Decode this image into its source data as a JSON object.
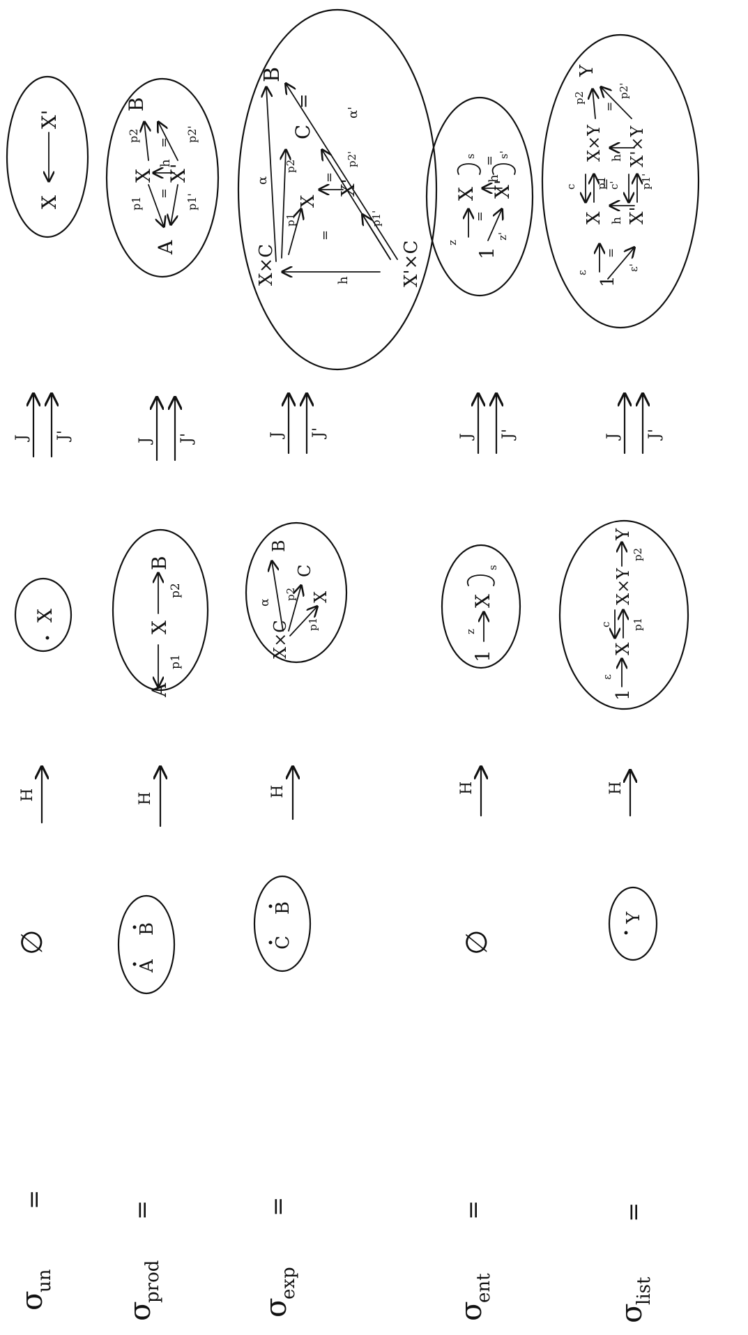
{
  "rows": [
    {
      "id": "un",
      "sigma": "σ",
      "subscript": "un",
      "equals": "=",
      "base": "∅",
      "base_objects": [],
      "functor": "H",
      "middle_objects": [
        "X"
      ],
      "sketch_maps": [
        "J",
        "J'"
      ],
      "right_objects": [
        "X",
        "X'"
      ]
    },
    {
      "id": "prod",
      "sigma": "σ",
      "subscript": "prod",
      "equals": "=",
      "base": "",
      "base_objects": [
        "A",
        "B"
      ],
      "functor": "H",
      "middle_objects": [
        "A",
        "X",
        "B"
      ],
      "middle_labels": [
        "p1",
        "p2"
      ],
      "sketch_maps": [
        "J",
        "J'"
      ],
      "right_objects": [
        "A",
        "X",
        "B",
        "X'"
      ],
      "right_labels": [
        "p1",
        "p2",
        "p1'",
        "p2'",
        "h",
        "=",
        "="
      ]
    },
    {
      "id": "exp",
      "sigma": "σ",
      "subscript": "exp",
      "equals": "=",
      "base": "",
      "base_objects": [
        "C",
        "B"
      ],
      "functor": "H",
      "middle_objects": [
        "X×C",
        "X",
        "C",
        "B"
      ],
      "middle_labels": [
        "p1",
        "p2",
        "α"
      ],
      "sketch_maps": [
        "J",
        "J'"
      ],
      "right_objects": [
        "X×C",
        "X",
        "X'",
        "X'×C",
        "C",
        "=",
        "B"
      ],
      "right_labels": [
        "p1",
        "p2",
        "p1'",
        "p2'",
        "h",
        "α",
        "α'",
        "=",
        "="
      ]
    },
    {
      "id": "ent",
      "sigma": "σ",
      "subscript": "ent",
      "equals": "=",
      "base": "∅",
      "base_objects": [],
      "functor": "H",
      "middle_objects": [
        "1",
        "X"
      ],
      "middle_labels": [
        "z",
        "s"
      ],
      "sketch_maps": [
        "J",
        "J'"
      ],
      "right_objects": [
        "1",
        "X",
        "X'"
      ],
      "right_labels": [
        "z",
        "z'",
        "s",
        "s'",
        "h",
        "=",
        "="
      ]
    },
    {
      "id": "list",
      "sigma": "σ",
      "subscript": "list",
      "equals": "=",
      "base": "",
      "base_objects": [
        "Y"
      ],
      "functor": "H",
      "middle_objects": [
        "1",
        "X",
        "X×Y",
        "Y"
      ],
      "middle_labels": [
        "ε",
        "c",
        "p1",
        "p2"
      ],
      "sketch_maps": [
        "J",
        "J'"
      ],
      "right_objects": [
        "1",
        "X",
        "X'",
        "X×Y",
        "X'×Y",
        "Y"
      ],
      "right_labels": [
        "ε",
        "ε'",
        "c",
        "c'",
        "p1",
        "p1'",
        "p2",
        "p2'",
        "h",
        "h",
        "=",
        "=",
        "="
      ]
    }
  ]
}
